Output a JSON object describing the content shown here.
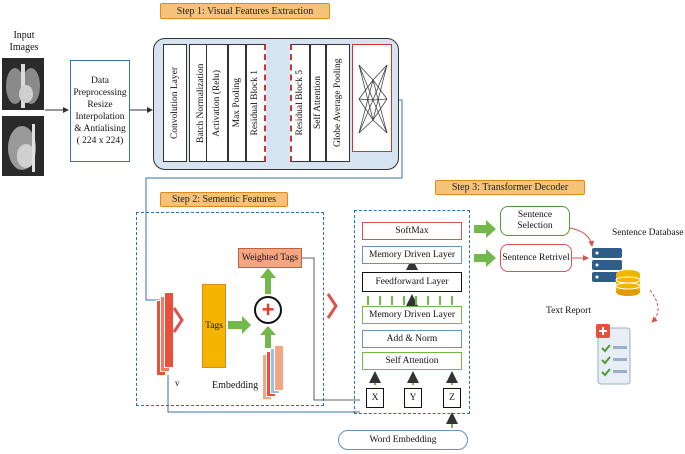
{
  "input": {
    "title_line1": "Input",
    "title_line2": "Images"
  },
  "preprocess": {
    "lines": [
      "Data",
      "Preprocessing",
      "Resize",
      "Interpolation",
      "& Antialising",
      "( 224 x 224)"
    ]
  },
  "step1": {
    "label": "Step 1: Visual Features Extraction",
    "layers": [
      "Convolution Layer",
      "Batch Normalization",
      "Activation (Relu)",
      "Max Pooling",
      "Residual Block 1",
      "Residual Block 5",
      "Self Attention",
      "Globe Average Pooling"
    ]
  },
  "step2": {
    "label": "Step 2: Sementic Features",
    "tags": "Tags",
    "weighted_tags": "Weighted Tags",
    "plus": "+",
    "embedding": "Embedding",
    "v": "v"
  },
  "step3": {
    "label": "Step 3: Transformer Decoder",
    "layers": [
      "SoftMax",
      "Memory Driven Layer",
      "Feedforward Layer",
      "Memory Driven Layer",
      "Add & Norm",
      "Self Attention"
    ],
    "inputs": [
      "X",
      "Y",
      "Z"
    ],
    "word_embedding": "Word Embedding"
  },
  "outputs": {
    "sentence_selection": "Sentence Selection",
    "sentence_retrivel": "Sentence Retrivel",
    "sentence_database": "Sentence Database",
    "text_report": "Text Report"
  },
  "colors": {
    "step_fill": "#f6c27a",
    "green_arrow": "#72b84a",
    "red_arrow": "#d9534f",
    "dashed_border": "#2f6db0",
    "tags_fill": "#f5b400",
    "weighted_fill": "#f4a582",
    "sentence_border_green": "#4f9a3a",
    "sentence_border_red": "#d9534f"
  }
}
